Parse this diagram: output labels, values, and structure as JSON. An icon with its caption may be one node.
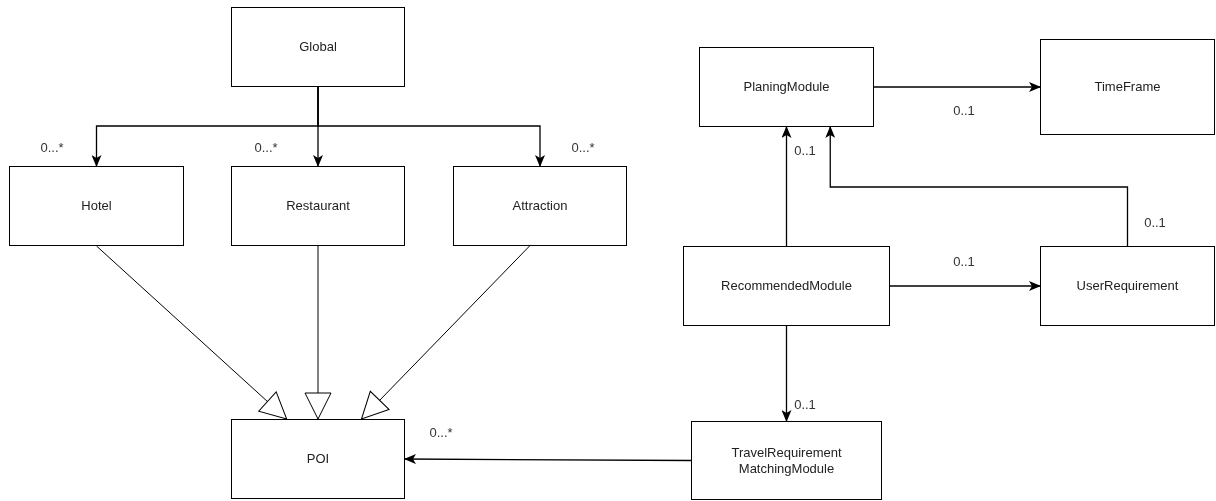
{
  "diagram": {
    "nodes": [
      {
        "text": [
          "Global"
        ]
      },
      {
        "text": [
          "Hotel"
        ]
      },
      {
        "text": [
          "Restaurant"
        ]
      },
      {
        "text": [
          "Attraction"
        ]
      },
      {
        "text": [
          "POI"
        ]
      },
      {
        "text": [
          "PlaningModule"
        ]
      },
      {
        "text": [
          "TimeFrame"
        ]
      },
      {
        "text": [
          "RecommendedModule"
        ]
      },
      {
        "text": [
          "UserRequirement"
        ]
      },
      {
        "text": [
          "TravelRequirement MatchingModule"
        ]
      }
    ],
    "edges": [
      {
        "from": 0,
        "to": 1,
        "arrow": "to",
        "label": "0...*"
      },
      {
        "from": 0,
        "to": 2,
        "arrow": "to",
        "label": "0...*"
      },
      {
        "from": 0,
        "to": 3,
        "arrow": "to",
        "label": "0...*"
      },
      {
        "from": 1,
        "to": 4,
        "arrow": "to"
      },
      {
        "from": 2,
        "to": 4,
        "arrow": "to"
      },
      {
        "from": 3,
        "to": 4,
        "arrow": "to"
      },
      {
        "from": 5,
        "to": 6,
        "arrow": "to",
        "label": "0..1"
      },
      {
        "from": 7,
        "to": 5,
        "arrow": "to",
        "label": "0..1"
      },
      {
        "from": 8,
        "to": 5,
        "arrow": "to",
        "label": "0..1"
      },
      {
        "from": 7,
        "to": 8,
        "arrow": "to",
        "label": "0..1"
      },
      {
        "from": 7,
        "to": 9,
        "arrow": "to",
        "label": "0..1"
      },
      {
        "from": 9,
        "to": 4,
        "arrow": "to",
        "label": "0...*"
      }
    ]
  }
}
